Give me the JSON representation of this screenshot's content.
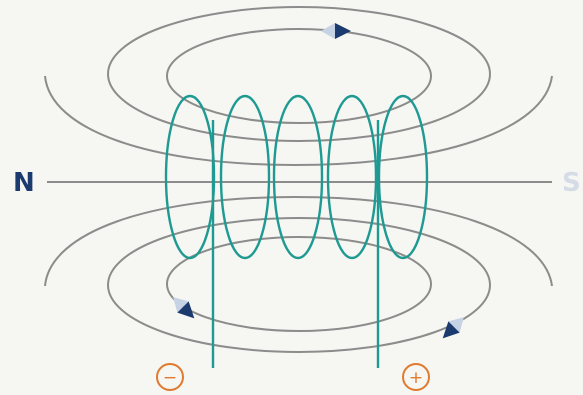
{
  "poles": {
    "north_label": "N",
    "south_label": "S"
  },
  "terminals": {
    "negative_label": "−",
    "positive_label": "+"
  },
  "colors": {
    "background": "#f6f6f3",
    "field_lines": "#8c8c8c",
    "coil": "#1e9a92",
    "terminal": "#e07a2e",
    "arrow_dark": "#1b3a6e",
    "arrow_light": "#c6d3e4",
    "north_text": "#1b3a6e",
    "south_text": "#d5dce6"
  },
  "diagram": {
    "coil_turns": 5,
    "field_line_count": 7,
    "arrow_count": 3
  }
}
